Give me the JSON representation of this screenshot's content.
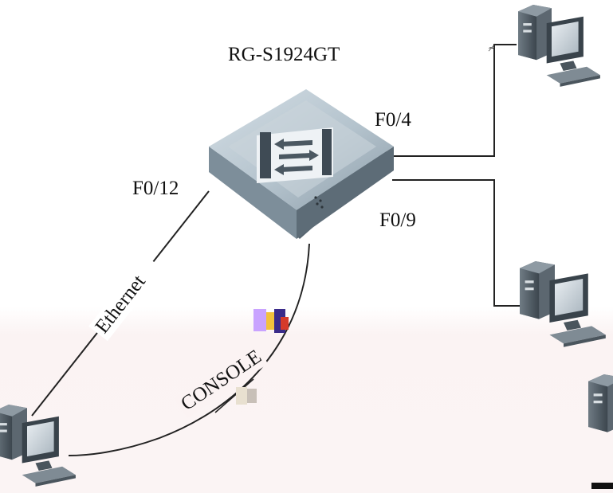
{
  "colors": {
    "device_top": "#b8c6d0",
    "device_side": "#6e7f8c",
    "panel": "#3f4b55",
    "cable": "#222222",
    "pc_body": "#4f5a63",
    "background_bottom": "#fbf3f3"
  },
  "switch": {
    "name": "RG-S1924GT",
    "icon": "network-switch-icon"
  },
  "ports": {
    "f0_4": "F0/4",
    "f0_9": "F0/9",
    "f0_12": "F0/12"
  },
  "links": {
    "ethernet": "Ethernet",
    "console": "CONSOLE"
  },
  "pcs": [
    {
      "icon": "desktop-pc-icon"
    },
    {
      "icon": "desktop-pc-icon"
    },
    {
      "icon": "desktop-pc-icon"
    },
    {
      "icon": "desktop-pc-icon"
    }
  ]
}
